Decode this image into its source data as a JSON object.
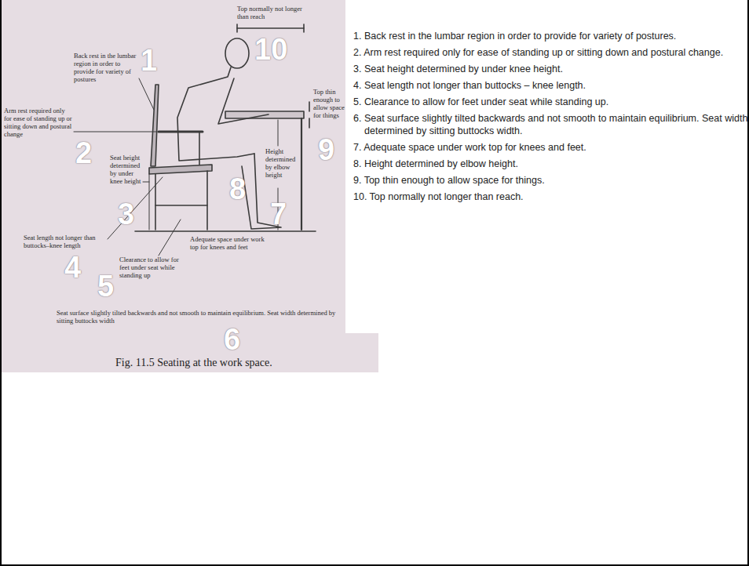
{
  "diagram": {
    "caption": "Fig. 11.5 Seating at the work space.",
    "labels": [
      "Top normally not longer than reach",
      "Back rest in the lumbar region in order to provide for variety of postures",
      "Arm rest required only for ease of standing up or sitting down and postural change",
      "Top thin enough to allow space for things",
      "Seat height determined by under knee height",
      "Height determined by elbow height",
      "Adequate space under work top for knees and feet",
      "Seat length not longer than buttocks–knee length",
      "Clearance to allow for feet under seat while standing up",
      "Seat surface slightly tilted backwards and not smooth to maintain equilibrium. Seat width determined by sitting buttocks width",
      "10",
      "1",
      "2",
      "9",
      "3",
      "8",
      "7",
      "4",
      "5",
      "6",
      "1. Back rest in the lumbar region in order to provide for variety of postures.",
      "2. Arm rest required only for ease of standing up or sitting down and postural change.",
      "3. Seat height determined by under knee height.",
      "4. Seat length not longer than buttocks – knee length.",
      "5. Clearance to allow for feet under seat while standing up.",
      "6. Seat surface slightly tilted backwards and not smooth to maintain equilibrium. Seat width determined by sitting buttocks width.",
      "7. Adequate space under work top for knees and feet.",
      "8. Height determined by elbow height.",
      "9. Top thin enough to allow space for things.",
      "10. Top normally not longer than reach."
    ]
  }
}
